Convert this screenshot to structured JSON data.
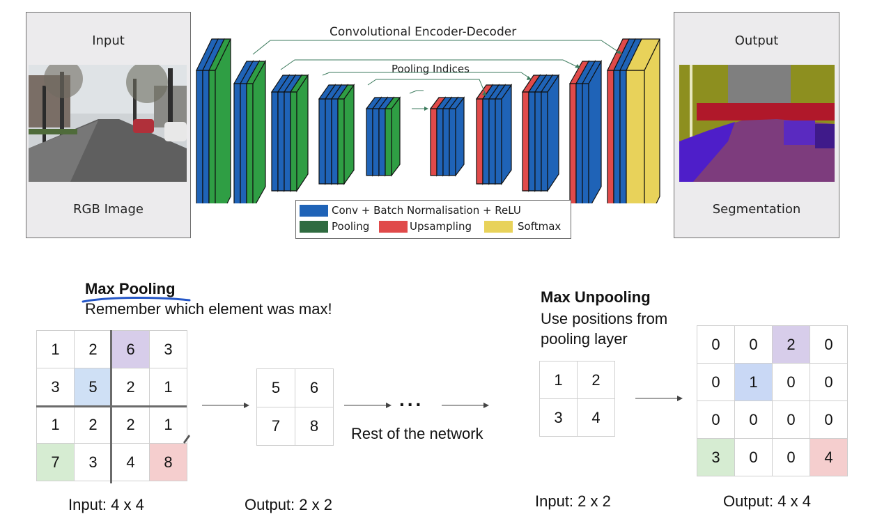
{
  "input_panel": {
    "top_label": "Input",
    "bottom_label": "RGB Image"
  },
  "output_panel": {
    "top_label": "Output",
    "bottom_label": "Segmentation"
  },
  "architecture": {
    "title": "Convolutional Encoder-Decoder",
    "pooling_label": "Pooling Indices"
  },
  "legend": {
    "conv": "Conv + Batch Normalisation + ReLU",
    "pooling": "Pooling",
    "upsampling": "Upsampling",
    "softmax": "Softmax"
  },
  "colors": {
    "conv": "#1f63b7",
    "pooling": "#2f9e44",
    "upsampling": "#e04a4a",
    "softmax": "#e8d25a"
  },
  "max_pooling": {
    "title": "Max Pooling",
    "subtitle": "Remember which element was max!",
    "input": [
      [
        "1",
        "2",
        "6",
        "3"
      ],
      [
        "3",
        "5",
        "2",
        "1"
      ],
      [
        "1",
        "2",
        "2",
        "1"
      ],
      [
        "7",
        "3",
        "4",
        "8"
      ]
    ],
    "output": [
      [
        "5",
        "6"
      ],
      [
        "7",
        "8"
      ]
    ],
    "input_caption": "Input: 4 x 4",
    "output_caption": "Output: 2 x 2",
    "dots": "...",
    "rest_label": "Rest of the network"
  },
  "max_unpooling": {
    "title": "Max Unpooling",
    "subtitle_line1": "Use positions from",
    "subtitle_line2": "pooling layer",
    "input": [
      [
        "1",
        "2"
      ],
      [
        "3",
        "4"
      ]
    ],
    "output": [
      [
        "0",
        "0",
        "2",
        "0"
      ],
      [
        "0",
        "1",
        "0",
        "0"
      ],
      [
        "0",
        "0",
        "0",
        "0"
      ],
      [
        "3",
        "0",
        "0",
        "4"
      ]
    ],
    "input_caption": "Input: 2 x 2",
    "output_caption": "Output: 4 x 4"
  }
}
